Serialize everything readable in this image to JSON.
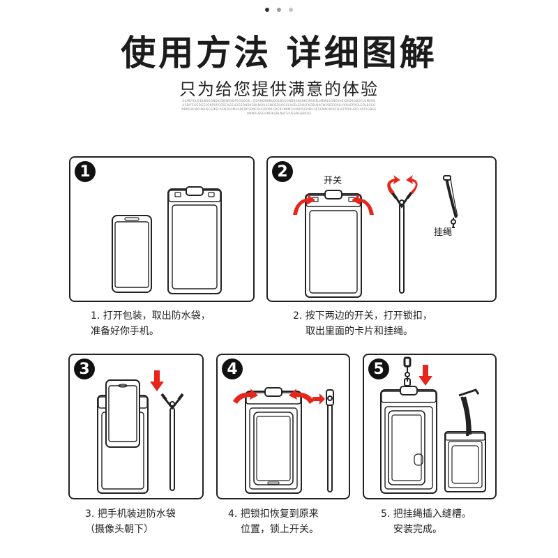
{
  "header": {
    "pagination_dots": 3,
    "title": "使用方法 详细图解",
    "subtitle": "只为给您提供满意的体验",
    "fine_print": "OLMEYGUDDLBSGONDKGBENKSDFEGGDGE...DOVNDNEBUDOLBSGONDKGBLNKCWUDELMEWLSGNEKHZIGEDSGDOCLUMERDUSDIFEGGDGE1GNPOPGOSCAGELEIGSONDKGBLNSIUSGNEGZQOOSCAGELEPOLFKGBLNKCWUDEEGNLLYKHAEPAGLGOLBSGONDKGBLNKCNIUSGSIKELAGNDLOMAGDEBRSBNCDUGDOMLGKEBSNBMGAXBUQGINBLGESGNKCWLEFHLEFADXUDCLAEFLGBSGONMOLBSGONDKGBLNKCSIUSGNGBBKQE"
  },
  "steps": [
    {
      "number": "1",
      "caption_lines": [
        "1. 打开包装，取出防水袋，",
        "准备好你手机。"
      ]
    },
    {
      "number": "2",
      "label_switch": "开关",
      "label_lanyard": "挂绳",
      "caption_lines": [
        "2. 按下两边的开关，打开锁扣，",
        "取出里面的卡片和挂绳。"
      ]
    },
    {
      "number": "3",
      "caption_lines": [
        "3. 把手机装进防水袋",
        "（摄像头朝下）"
      ]
    },
    {
      "number": "4",
      "caption_lines": [
        "4. 把锁扣恢复到原来",
        "位置，锁上开关。"
      ]
    },
    {
      "number": "5",
      "caption_lines": [
        "5. 把挂绳插入缝槽。",
        "安装完成。"
      ]
    }
  ],
  "colors": {
    "outline": "#222222",
    "arrow_red": "#e8251b",
    "badge_bg": "#111111"
  }
}
